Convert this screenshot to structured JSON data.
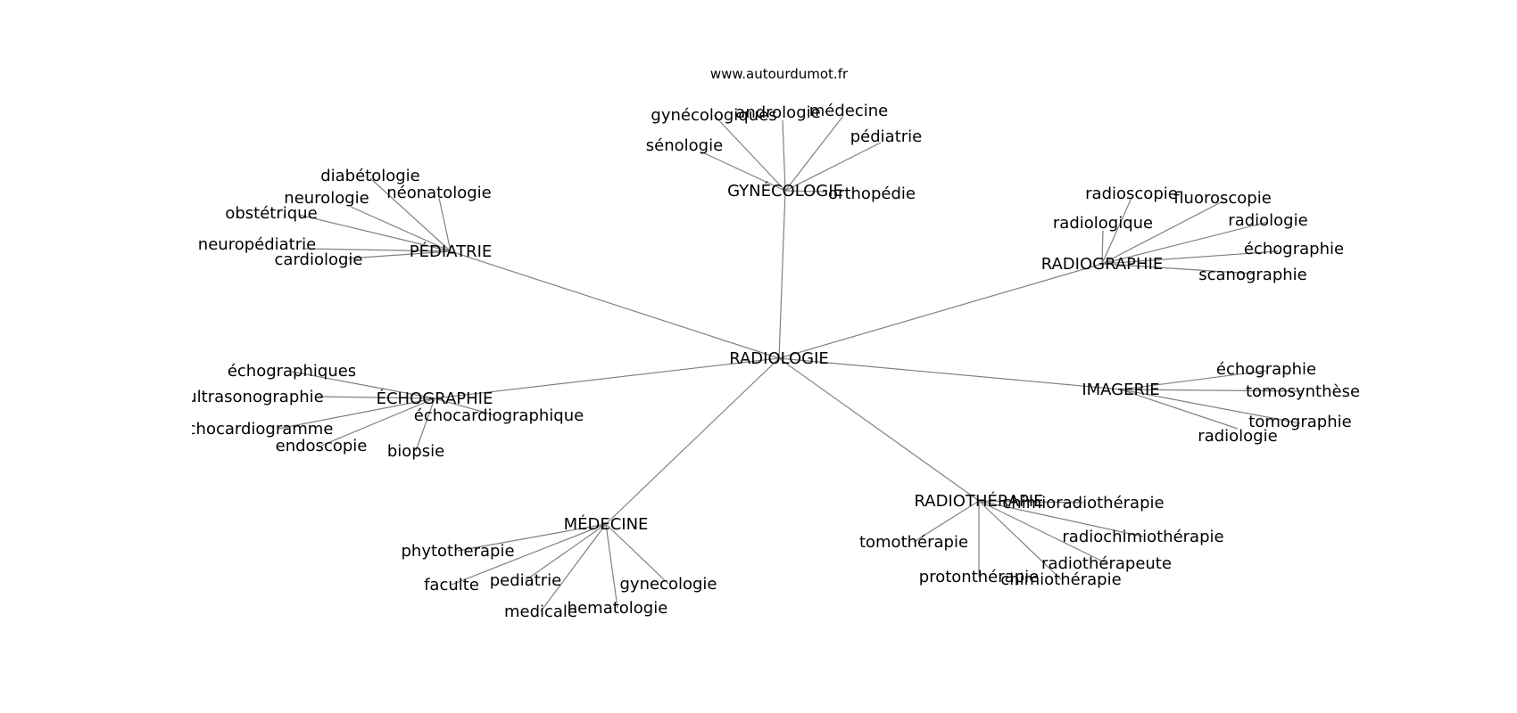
{
  "credit": "www.autourdumot.fr",
  "edge_color": "#808080",
  "text_color": "#000000",
  "chart_data": {
    "type": "network",
    "root": "RADIOLOGIE",
    "clusters": [
      {
        "label": "GYNÉCOLOGIE",
        "leaves": [
          "gynécologiques",
          "andrologie",
          "médecine",
          "pédiatrie",
          "sénologie",
          "orthopédie"
        ]
      },
      {
        "label": "PÉDIATRIE",
        "leaves": [
          "diabétologie",
          "neurologie",
          "néonatologie",
          "obstétrique",
          "neuropédiatrie",
          "cardiologie"
        ]
      },
      {
        "label": "RADIOGRAPHIE",
        "leaves": [
          "radioscopie",
          "fluoroscopie",
          "radiologique",
          "radiologie",
          "échographie",
          "scanographie"
        ]
      },
      {
        "label": "ÉCHOGRAPHIE",
        "leaves": [
          "échographiques",
          "ultrasonographie",
          "échocardiogramme",
          "échocardiographique",
          "endoscopie",
          "biopsie"
        ]
      },
      {
        "label": "IMAGERIE",
        "leaves": [
          "échographie",
          "tomosynthèse",
          "tomographie",
          "radiologie"
        ]
      },
      {
        "label": "RADIOTHÉRAPIE",
        "leaves": [
          "chimioradiothérapie",
          "tomothérapie",
          "radiochimiothérapie",
          "radiothérapeute",
          "protonthérapie",
          "chimiothérapie"
        ]
      },
      {
        "label": "MÉDECINE",
        "leaves": [
          "phytotherapie",
          "faculte",
          "pediatrie",
          "gynecologie",
          "medicale",
          "hematologie"
        ]
      }
    ]
  }
}
